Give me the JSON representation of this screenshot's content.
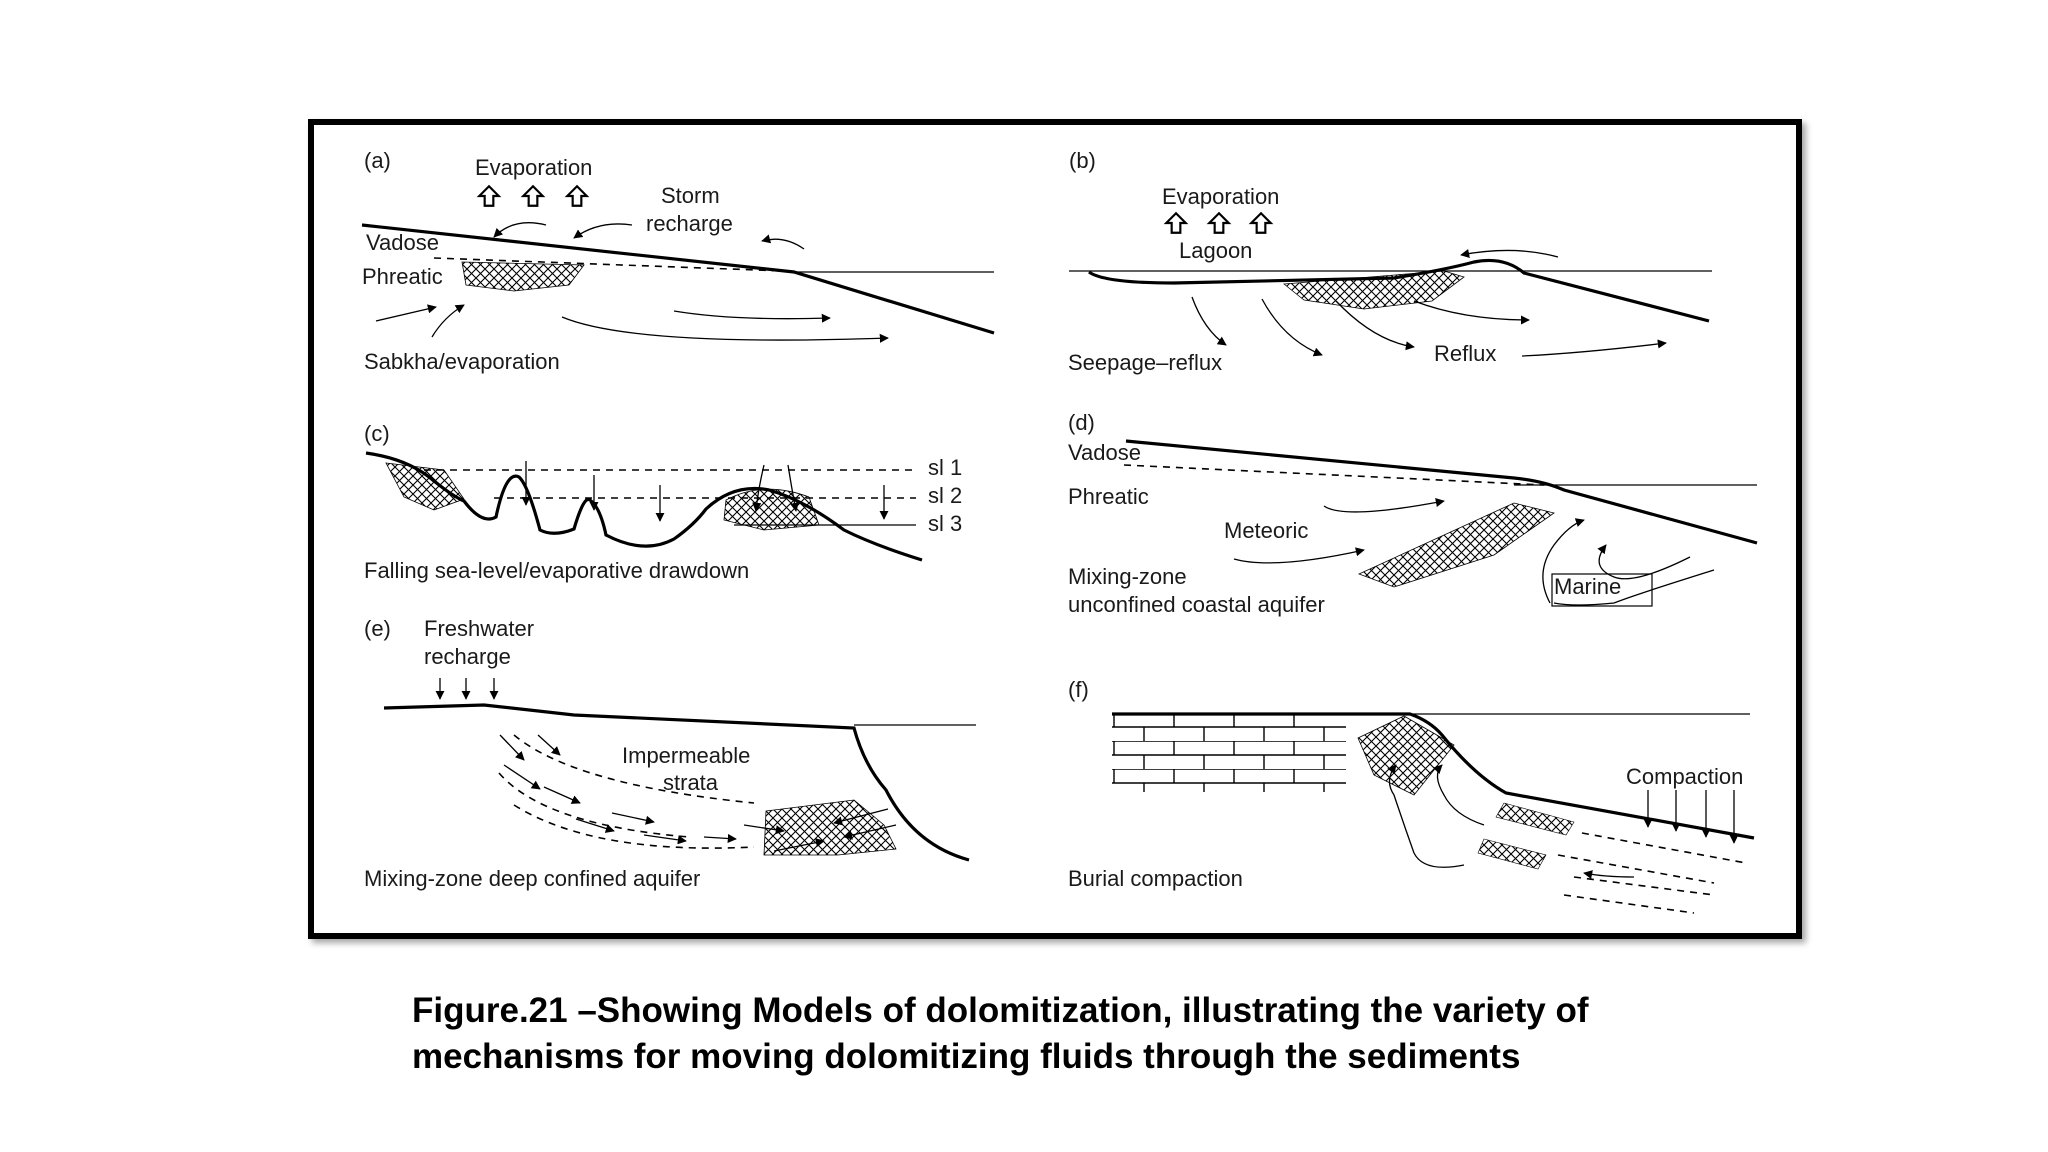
{
  "panels": {
    "a": {
      "letter": "(a)",
      "evaporation": "Evaporation",
      "storm_1": "Storm",
      "storm_2": "recharge",
      "vadose": "Vadose",
      "phreatic": "Phreatic",
      "caption": "Sabkha/evaporation"
    },
    "b": {
      "letter": "(b)",
      "evaporation": "Evaporation",
      "lagoon": "Lagoon",
      "reflux": "Reflux",
      "caption": "Seepage–reflux"
    },
    "c": {
      "letter": "(c)",
      "sl1": "sl 1",
      "sl2": "sl 2",
      "sl3": "sl 3",
      "caption": "Falling sea-level/evaporative drawdown"
    },
    "d": {
      "letter": "(d)",
      "vadose": "Vadose",
      "phreatic": "Phreatic",
      "meteoric": "Meteoric",
      "marine": "Marine",
      "caption_1": "Mixing-zone",
      "caption_2": "unconfined coastal aquifer"
    },
    "e": {
      "letter": "(e)",
      "fresh_1": "Freshwater",
      "fresh_2": "recharge",
      "imp_1": "Impermeable",
      "imp_2": "strata",
      "caption": "Mixing-zone deep confined aquifer"
    },
    "f": {
      "letter": "(f)",
      "compaction": "Compaction",
      "caption": "Burial compaction"
    }
  },
  "caption": {
    "line1": "Figure.21 –Showing Models of dolomitization, illustrating the variety of",
    "line2": "mechanisms for moving dolomitizing fluids through the sediments"
  }
}
